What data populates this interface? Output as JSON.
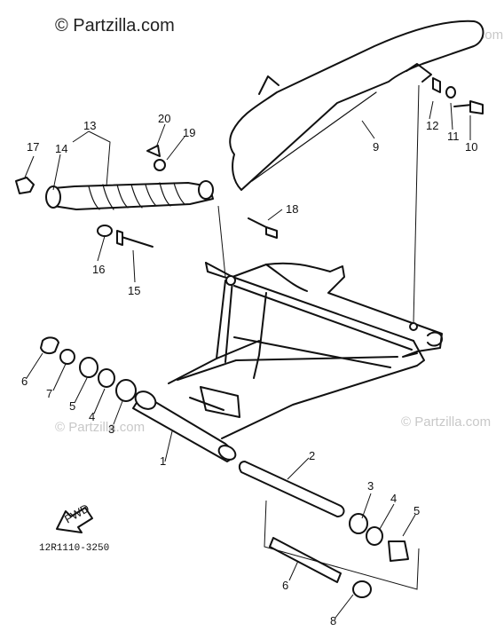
{
  "copyright": "© Partzilla.com",
  "watermark": "© Partzilla.com",
  "diagram_code": "12R1110-3250",
  "fwd_label": "FWD",
  "callouts": [
    "1",
    "2",
    "3",
    "3",
    "4",
    "4",
    "5",
    "5",
    "6",
    "6",
    "7",
    "8",
    "8",
    "9",
    "10",
    "11",
    "12",
    "13",
    "14",
    "15",
    "16",
    "17",
    "18",
    "19",
    "20"
  ]
}
